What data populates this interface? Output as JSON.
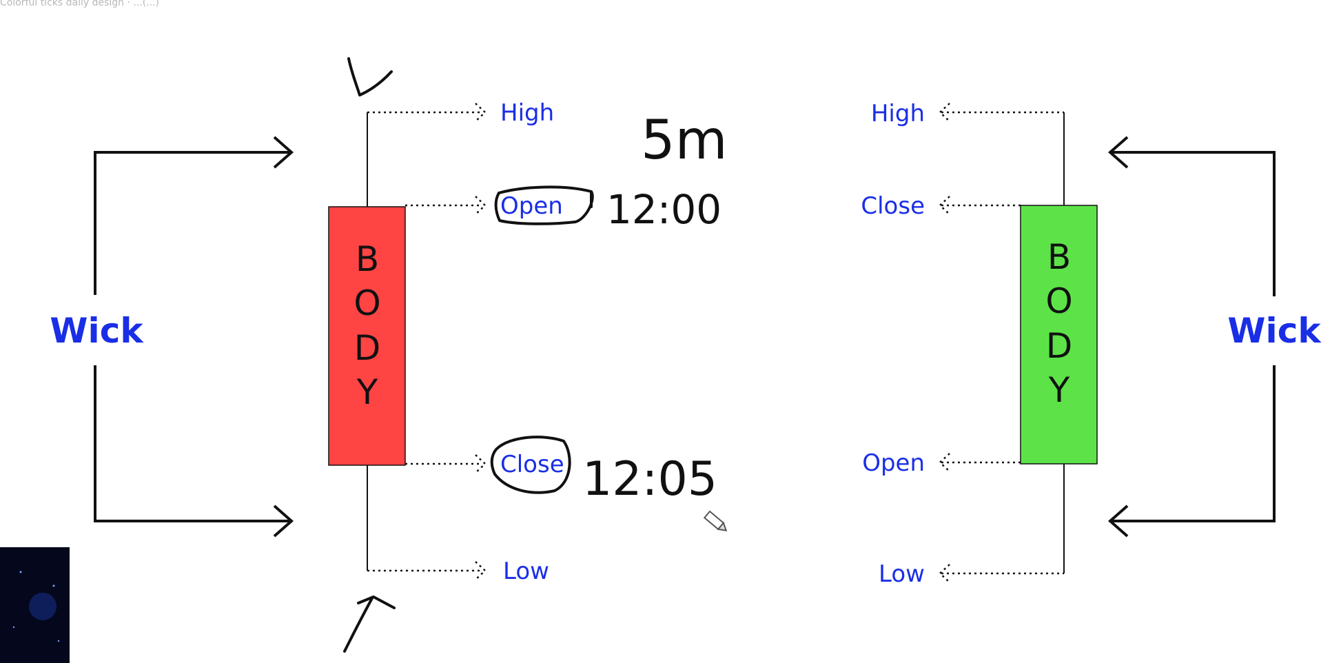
{
  "topbar": {
    "text": "Colorful ticks daily design · ...(...)"
  },
  "left_candle": {
    "color": "#ff4444",
    "body_letters": [
      "B",
      "O",
      "D",
      "Y"
    ],
    "labels": {
      "high": "High",
      "open": "Open",
      "close": "Close",
      "low": "Low"
    }
  },
  "right_candle": {
    "color": "#5de348",
    "body_letters": [
      "B",
      "O",
      "D",
      "Y"
    ],
    "labels": {
      "high": "High",
      "close": "Close",
      "open": "Open",
      "low": "Low"
    }
  },
  "wick_left": "Wick",
  "wick_right": "Wick",
  "annotations": {
    "timeframe": "5m",
    "open_time": "12:00",
    "close_time": "12:05"
  },
  "colors": {
    "label_blue": "#1a2ee6",
    "ink": "#111111"
  },
  "icons": {
    "cursor": "pencil-cursor-icon",
    "thumbnail": "webcam-thumbnail"
  }
}
